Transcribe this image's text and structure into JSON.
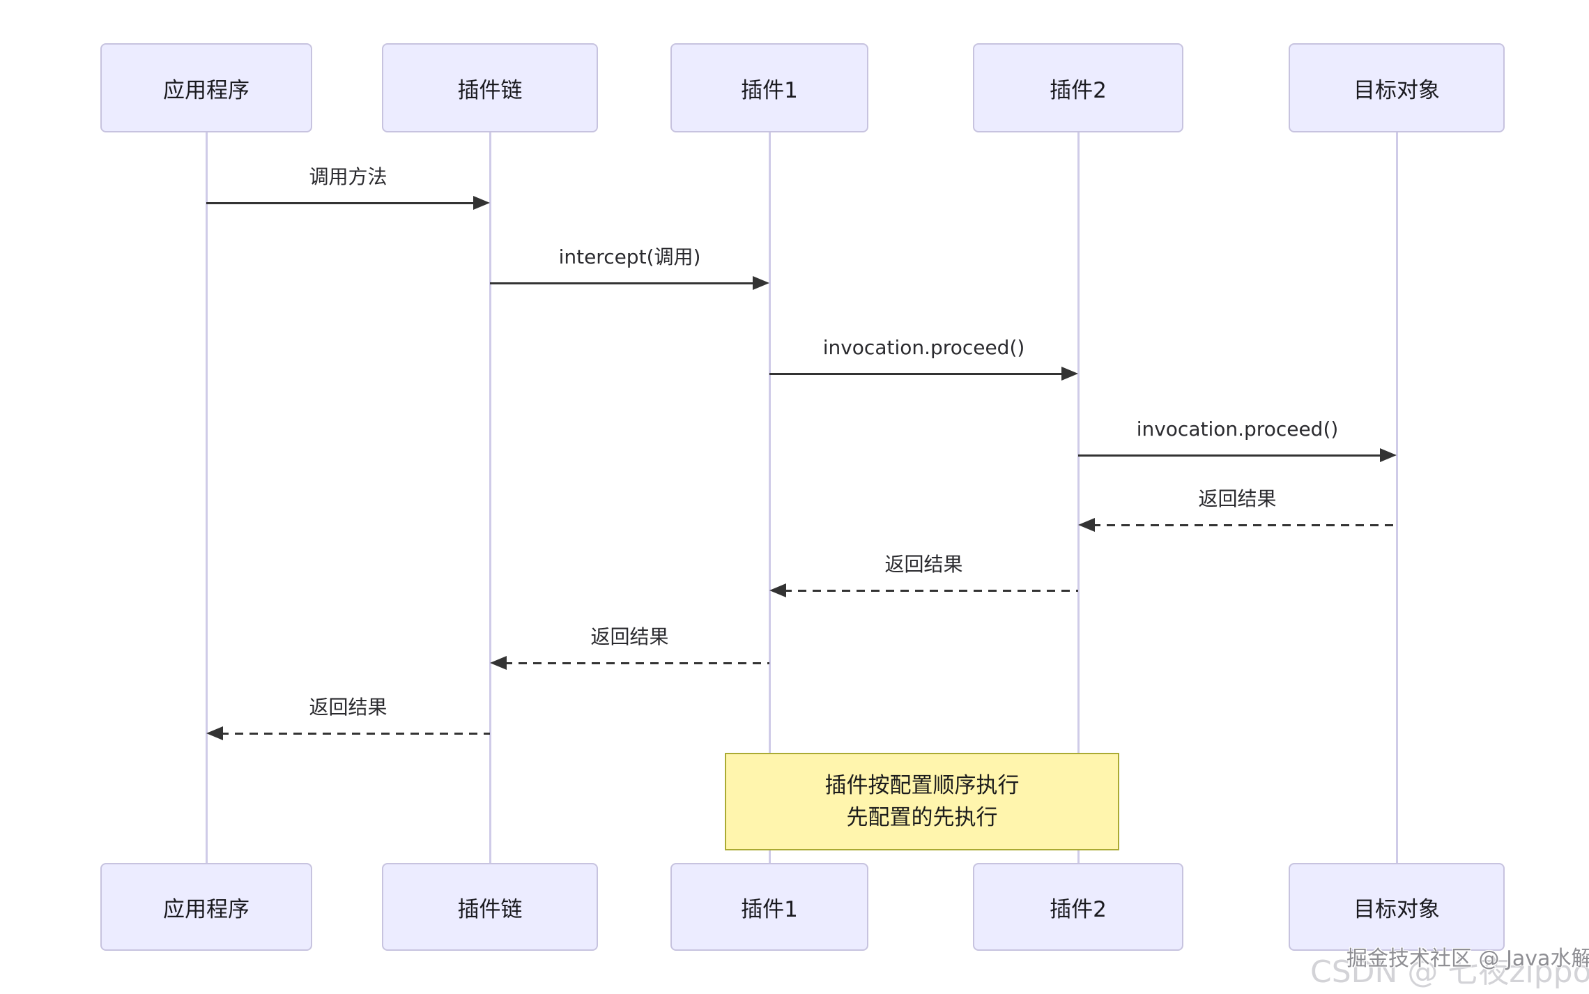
{
  "diagram": {
    "type": "sequence",
    "actors": [
      {
        "id": "app",
        "label": "应用程序"
      },
      {
        "id": "chain",
        "label": "插件链"
      },
      {
        "id": "plugin1",
        "label": "插件1"
      },
      {
        "id": "plugin2",
        "label": "插件2"
      },
      {
        "id": "target",
        "label": "目标对象"
      }
    ],
    "messages": [
      {
        "from": "app",
        "to": "chain",
        "label": "调用方法",
        "style": "solid"
      },
      {
        "from": "chain",
        "to": "plugin1",
        "label": "intercept(调用)",
        "style": "solid"
      },
      {
        "from": "plugin1",
        "to": "plugin2",
        "label": "invocation.proceed()",
        "style": "solid"
      },
      {
        "from": "plugin2",
        "to": "target",
        "label": "invocation.proceed()",
        "style": "solid"
      },
      {
        "from": "target",
        "to": "plugin2",
        "label": "返回结果",
        "style": "dashed"
      },
      {
        "from": "plugin2",
        "to": "plugin1",
        "label": "返回结果",
        "style": "dashed"
      },
      {
        "from": "plugin1",
        "to": "chain",
        "label": "返回结果",
        "style": "dashed"
      },
      {
        "from": "chain",
        "to": "app",
        "label": "返回结果",
        "style": "dashed"
      }
    ],
    "note": {
      "over": [
        "plugin1",
        "plugin2"
      ],
      "lines": [
        "插件按配置顺序执行",
        "先配置的先执行"
      ]
    },
    "colors": {
      "actor_fill": "#ECECFF",
      "actor_border": "#C7C3DF",
      "lifeline": "#CFCBE8",
      "arrow": "#333333",
      "note_fill": "#FFF5AD",
      "note_border": "#AAAA33"
    }
  },
  "watermarks": [
    {
      "id": "juejin",
      "text": "掘金技术社区 @ Java水解"
    },
    {
      "id": "csdn",
      "text": "CSDN @ 七夜zippoe"
    }
  ]
}
